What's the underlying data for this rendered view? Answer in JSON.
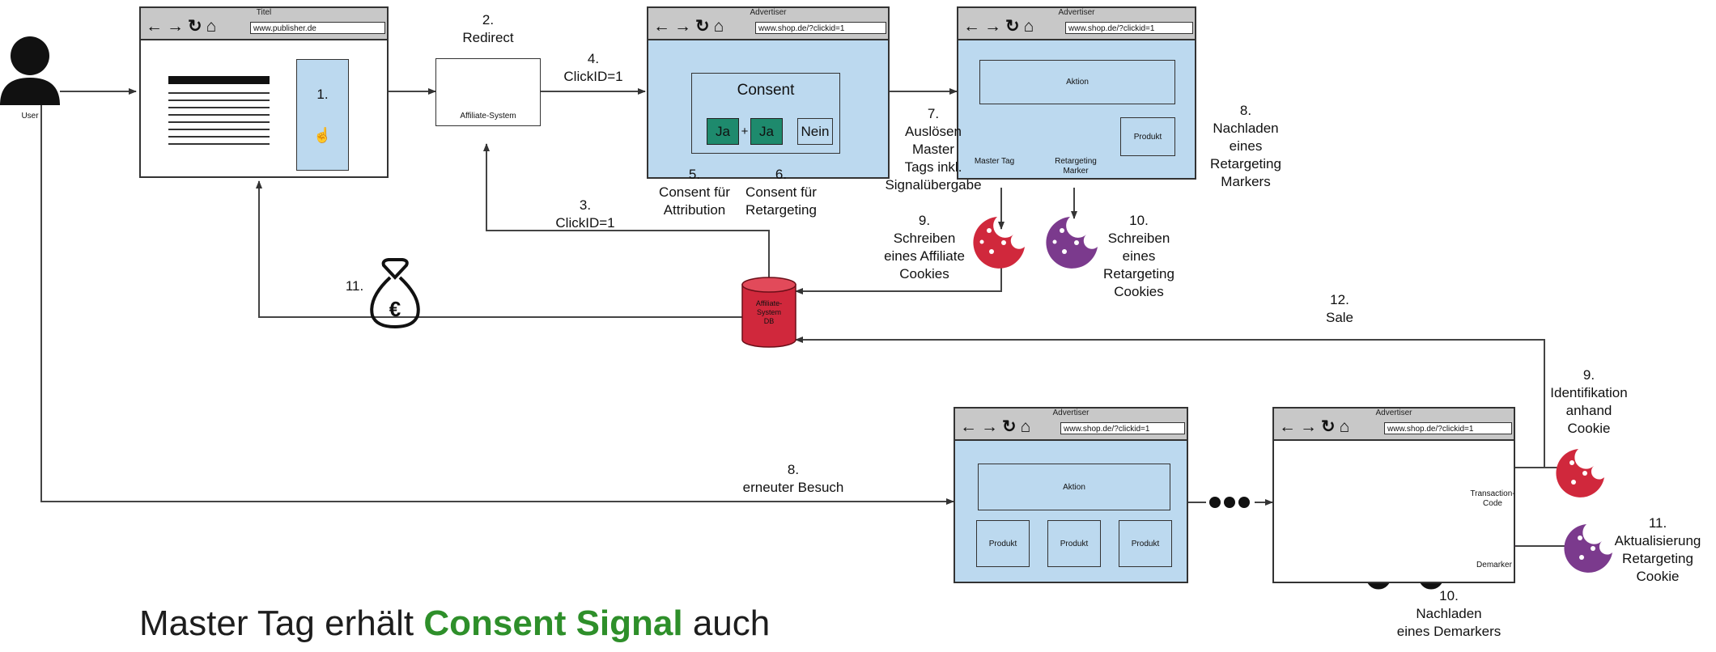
{
  "colors": {
    "browser_fill": "#bcd9ef",
    "chrome": "#c8c8c8",
    "consent_green": "#1e8a6d",
    "cookie_red": "#d0283c",
    "cookie_purple": "#7b3a8d",
    "db_red": "#d0283c",
    "accent_text_green": "#2e8f2a"
  },
  "actors": {
    "user": "User"
  },
  "windows": {
    "publisher": {
      "title": "Titel",
      "url": "www.publisher.de",
      "step": "1."
    },
    "consent_page": {
      "title": "Advertiser",
      "url": "www.shop.de/?clickid=1",
      "consent_title": "Consent",
      "ja1": "Ja",
      "plus": "+",
      "ja2": "Ja",
      "nein": "Nein"
    },
    "advertiser_top": {
      "title": "Advertiser",
      "url": "www.shop.de/?clickid=1",
      "aktion": "Aktion",
      "produkt": "Produkt",
      "master_tag": "Master Tag",
      "retargeting_marker": "Retargeting\nMarker"
    },
    "advertiser_bottom": {
      "title": "Advertiser",
      "url": "www.shop.de/?clickid=1",
      "aktion": "Aktion",
      "produkt1": "Produkt",
      "produkt2": "Produkt",
      "produkt3": "Produkt"
    },
    "advertiser_cart": {
      "title": "Advertiser",
      "url": "www.shop.de/?clickid=1",
      "transaction_code": "Transaction-\nCode",
      "demarker": "Demarker"
    }
  },
  "affiliate_system": {
    "label": "Affiliate-System"
  },
  "database": {
    "label": "Affiliate-\nSystem\nDB"
  },
  "steps": {
    "s2": "2.\nRedirect",
    "s4": "4.\nClickID=1",
    "s3": "3.\nClickID=1",
    "s5": "5.\nConsent für\nAttribution",
    "s6": "6.\nConsent für\nRetargeting",
    "s7": "7.\nAuslösen\nMaster\nTags inkl.\nSignalübergabe",
    "s8_top": "8.\nNachladen\neines\nRetargeting\nMarkers",
    "s9_top": "9.\nSchreiben\neines Affiliate\nCookies",
    "s10_top": "10.\nSchreiben\neines\nRetargeting\nCookies",
    "s11_top": "11.",
    "s12": "12.\nSale",
    "s8_bottom": "8.\nerneuter Besuch",
    "s9_bottom": "9.\nIdentifikation\nanhand\nCookie",
    "s10_bottom": "10.\nNachladen\neines Demarkers",
    "s11_bottom": "11.\nAktualisierung\nRetargeting\nCookie"
  },
  "footer": {
    "prefix": "Master Tag erhält ",
    "emphasis": "Consent Signal",
    "suffix": " auch"
  }
}
